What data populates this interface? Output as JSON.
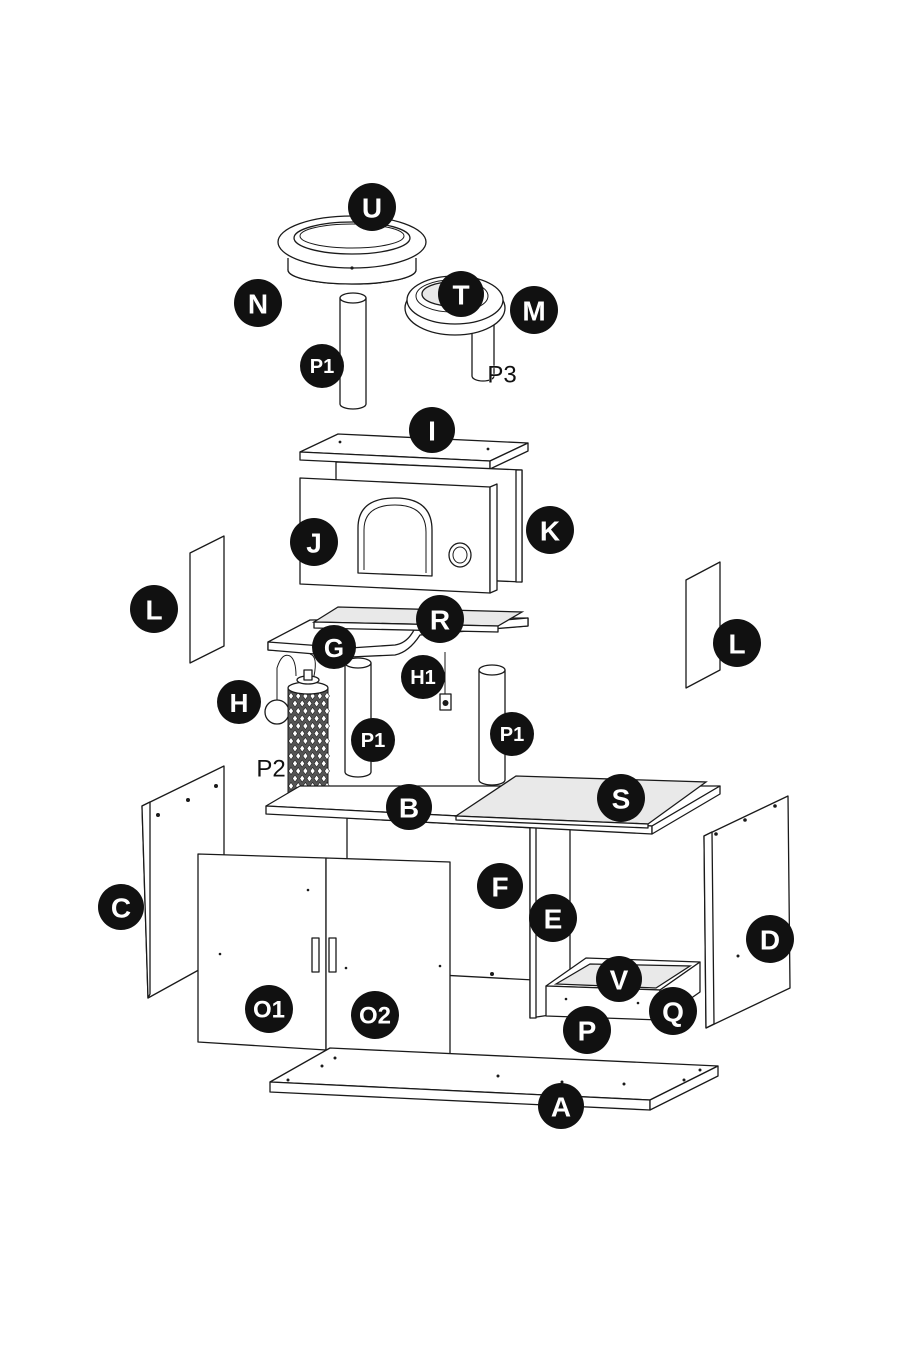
{
  "labels": {
    "U": "U",
    "N": "N",
    "T": "T",
    "M": "M",
    "P1_top": "P1",
    "P3": "P3",
    "I": "I",
    "J": "J",
    "K": "K",
    "L_left": "L",
    "L_right": "L",
    "R": "R",
    "G": "G",
    "H1": "H1",
    "H": "H",
    "P1_left": "P1",
    "P1_right": "P1",
    "P2": "P2",
    "B": "B",
    "S": "S",
    "C": "C",
    "F": "F",
    "E": "E",
    "D": "D",
    "V": "V",
    "O1": "O1",
    "O2": "O2",
    "P": "P",
    "Q": "Q",
    "A": "A"
  },
  "colors": {
    "badge": "#111111",
    "line": "#1a1a1a",
    "background": "#ffffff"
  }
}
